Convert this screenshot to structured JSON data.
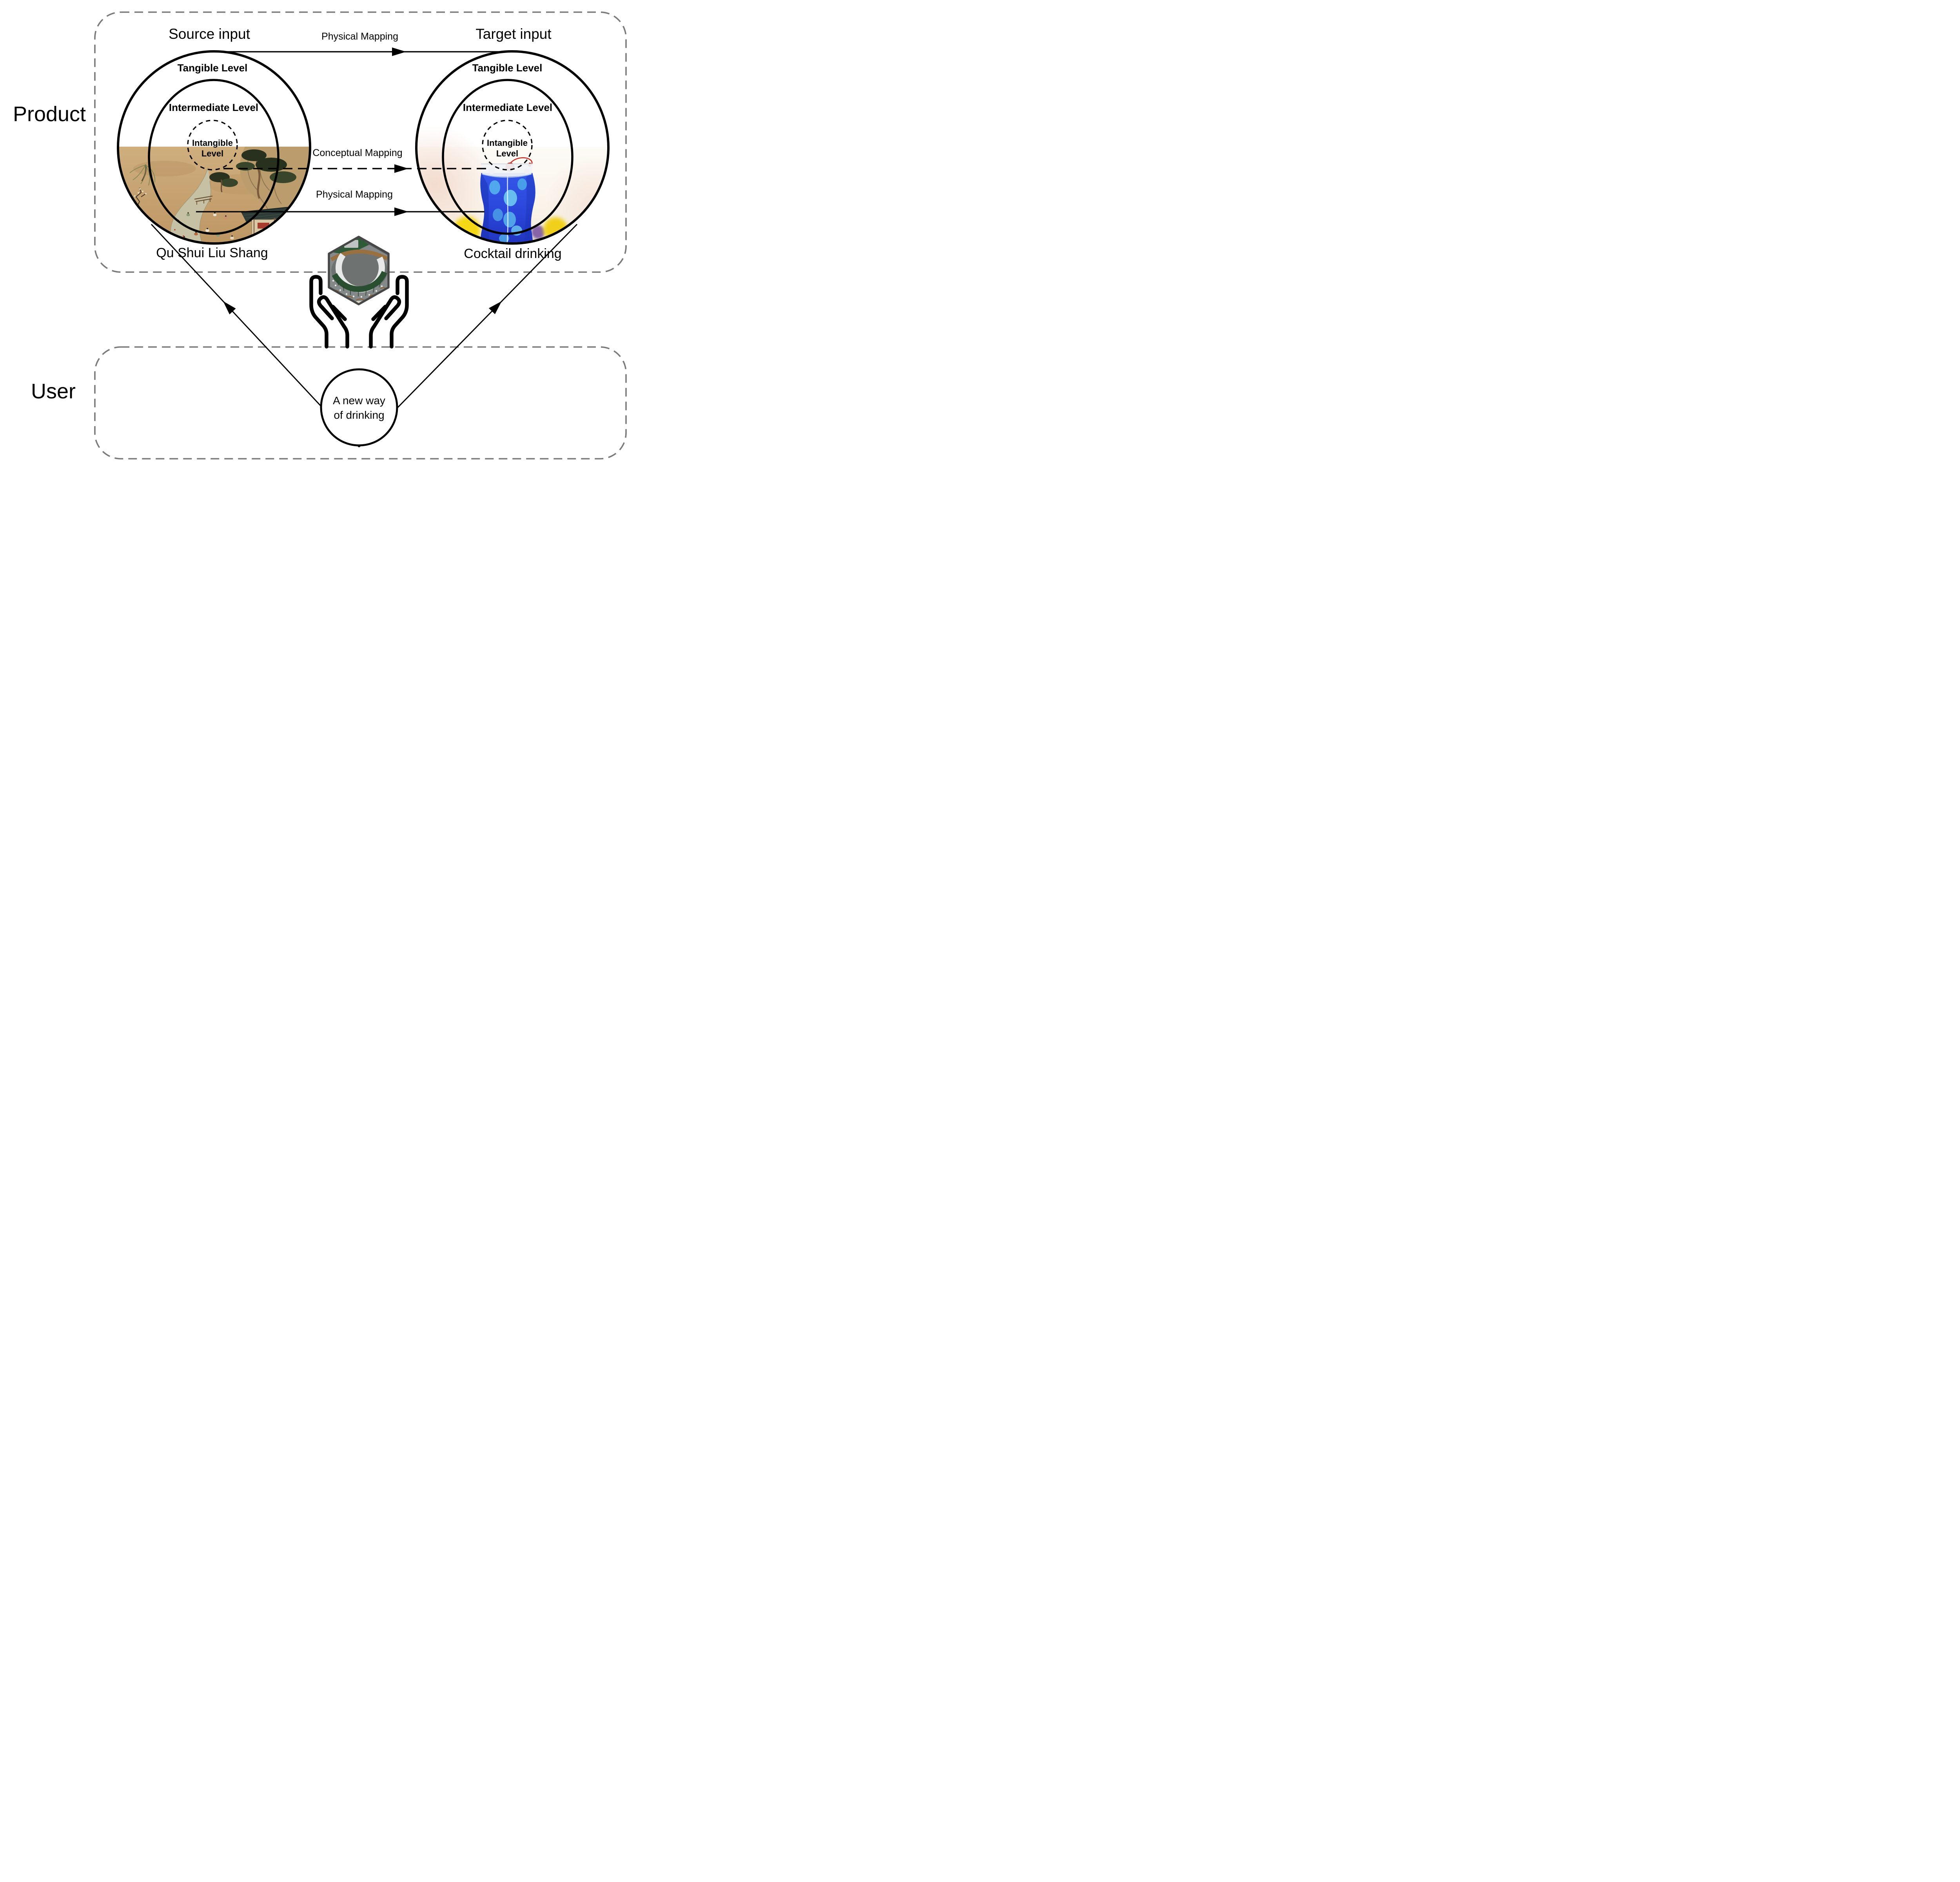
{
  "product_section": {
    "label": "Product",
    "source": {
      "title": "Source input",
      "caption": "Qu Shui Liu Shang",
      "levels": {
        "tangible": "Tangible Level",
        "intermediate": "Intermediate Level",
        "intangible_line1": "Intangible",
        "intangible_line2": "Level"
      }
    },
    "target": {
      "title": "Target input",
      "caption": "Cocktail drinking",
      "levels": {
        "tangible": "Tangible Level",
        "intermediate": "Intermediate Level",
        "intangible_line1": "Intangible",
        "intangible_line2": "Level"
      }
    },
    "mappings": {
      "physical_top": "Physical Mapping",
      "conceptual": "Conceptual Mapping",
      "physical_mid": "Physical Mapping"
    }
  },
  "user_section": {
    "label": "User",
    "outcome_line1": "A new way",
    "outcome_line2": "of drinking"
  },
  "icons": {
    "hands": "open-hands-icon",
    "center_photo": "bar-counter-hexagon-photo",
    "source_photo": "qu-shui-liu-shang-painting",
    "target_photo": "blue-cocktail-photo"
  },
  "colors": {
    "line": "#000000",
    "box_dash": "#7a7a7a",
    "painting_tan": "#c7a673",
    "cocktail_blue": "#2f55e6",
    "lemon_yellow": "#f4d817",
    "hex_border": "#474747"
  }
}
